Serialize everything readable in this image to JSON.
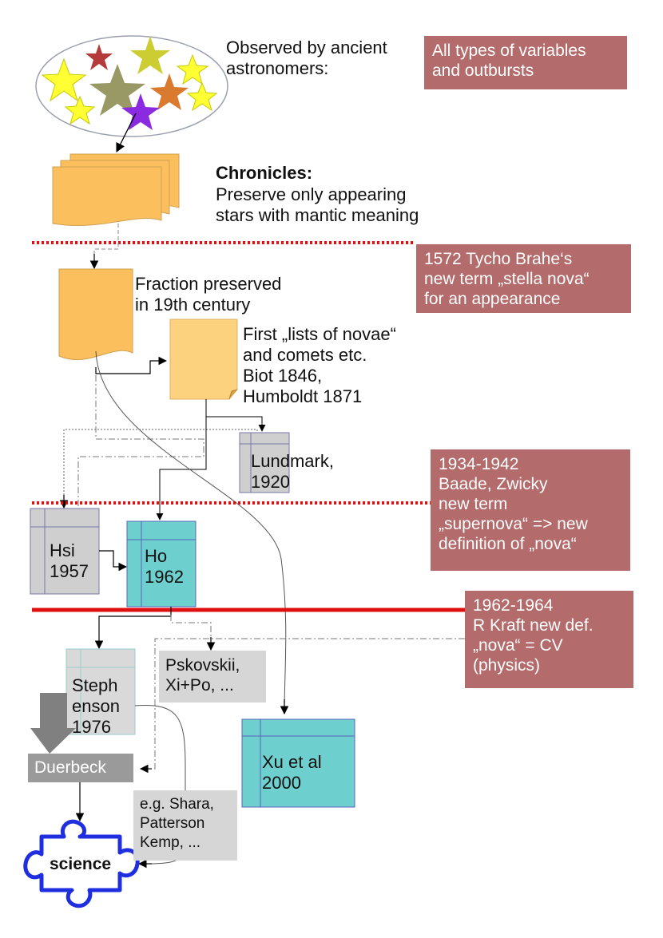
{
  "observed_text": "Observed by ancient\nastronomers:",
  "chronicles": {
    "title": "Chronicles:",
    "body": "Preserve only appearing\nstars with mantic meaning"
  },
  "fraction_text": "Fraction preserved\nin 19th century",
  "first_lists_text": "First „lists of novae“\nand comets etc.\nBiot 1846,\nHumboldt 1871",
  "notes": {
    "types": "All types of variables\nand outbursts",
    "tycho": "1572 Tycho Brahe‘s\nnew term „stella nova“\nfor an appearance",
    "baade": "1934-1942\nBaade, Zwicky\nnew term\n„supernova“ => new\ndefinition of „nova“",
    "kraft": "1962-1964\nR Kraft new def.\n„nova“ = CV\n(physics)"
  },
  "catalogs": {
    "lundmark": "Lundmark,\n1920",
    "hsi": "Hsi\n1957",
    "ho": "Ho\n1962",
    "stephenson": "Steph\nenson\n1976",
    "xu": "Xu et al\n2000"
  },
  "boxes": {
    "pskovskii": "Pskovskii,\nXi+Po, ...",
    "duerbeck": "Duerbeck",
    "shara": "e.g. Shara,\nPatterson\nKemp, ..."
  },
  "science": "science",
  "colors": {
    "note_bg": "#b36b6b",
    "orange_doc": "#fbbf5e",
    "light_orange_doc": "#fcd27f",
    "teal": "#6ecfcf",
    "catalog_gray": "#cfcfcf",
    "red_line": "#e01010",
    "puzzle_blue": "#1f2fe0"
  },
  "icons": [
    "star-icon",
    "document-stack-icon",
    "document-icon",
    "note-icon",
    "table-icon",
    "puzzle-icon"
  ]
}
